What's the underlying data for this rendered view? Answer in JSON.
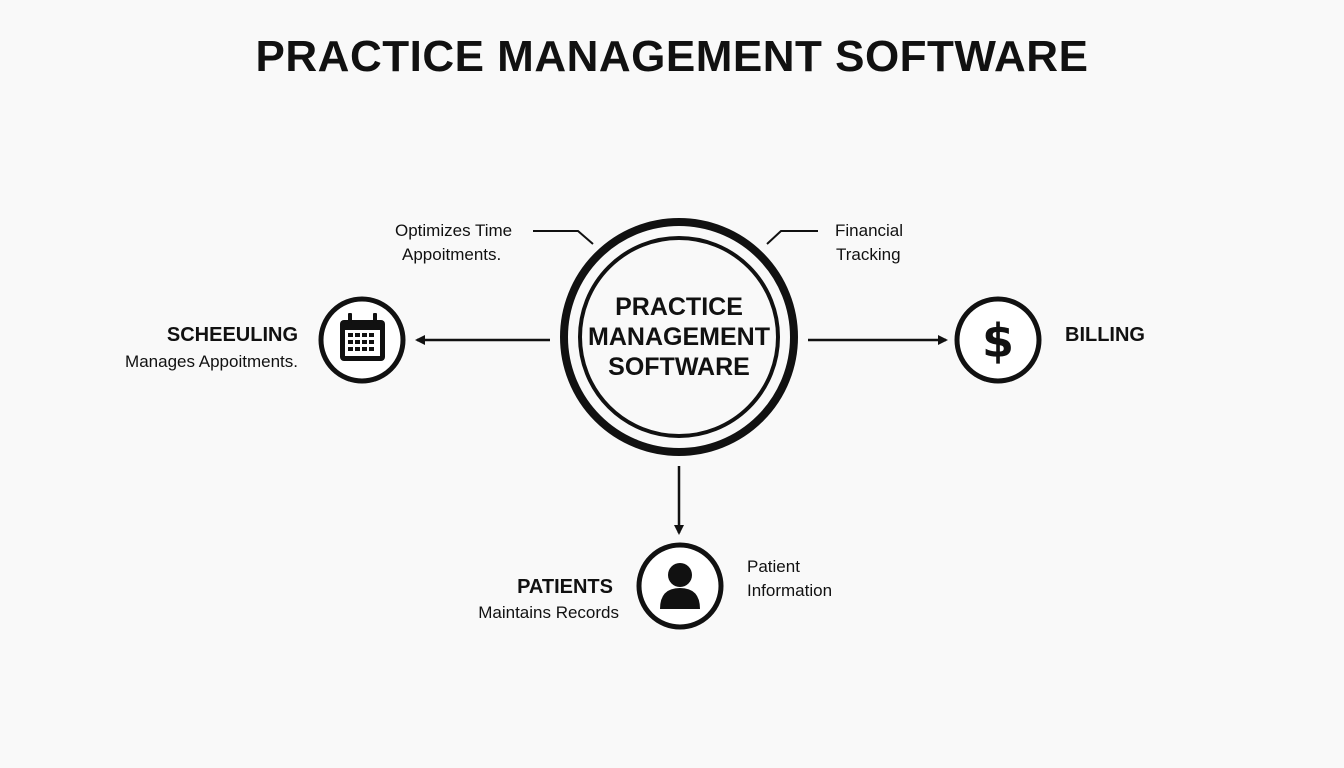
{
  "title": "PRACTICE MANAGEMENT SOFTWARE",
  "hub": {
    "lines": [
      "PRACTICE",
      "MANAGEMENT",
      "SOFTWARE"
    ]
  },
  "nodes": {
    "scheduling": {
      "title": "SCHEEULING",
      "description": "Manages Appoitments.",
      "icon": "calendar-icon",
      "callout": [
        "Optimizes Time",
        "Appoitments."
      ]
    },
    "billing": {
      "title": "BILLING",
      "icon": "dollar-icon",
      "callout": [
        "Financial",
        "Tracking"
      ]
    },
    "patients": {
      "title": "PATIENTS",
      "description": "Maintains Records",
      "icon": "person-icon",
      "callout": [
        "Patient",
        "Information"
      ]
    }
  },
  "colors": {
    "ink": "#111111",
    "background": "#f9f9f9"
  }
}
